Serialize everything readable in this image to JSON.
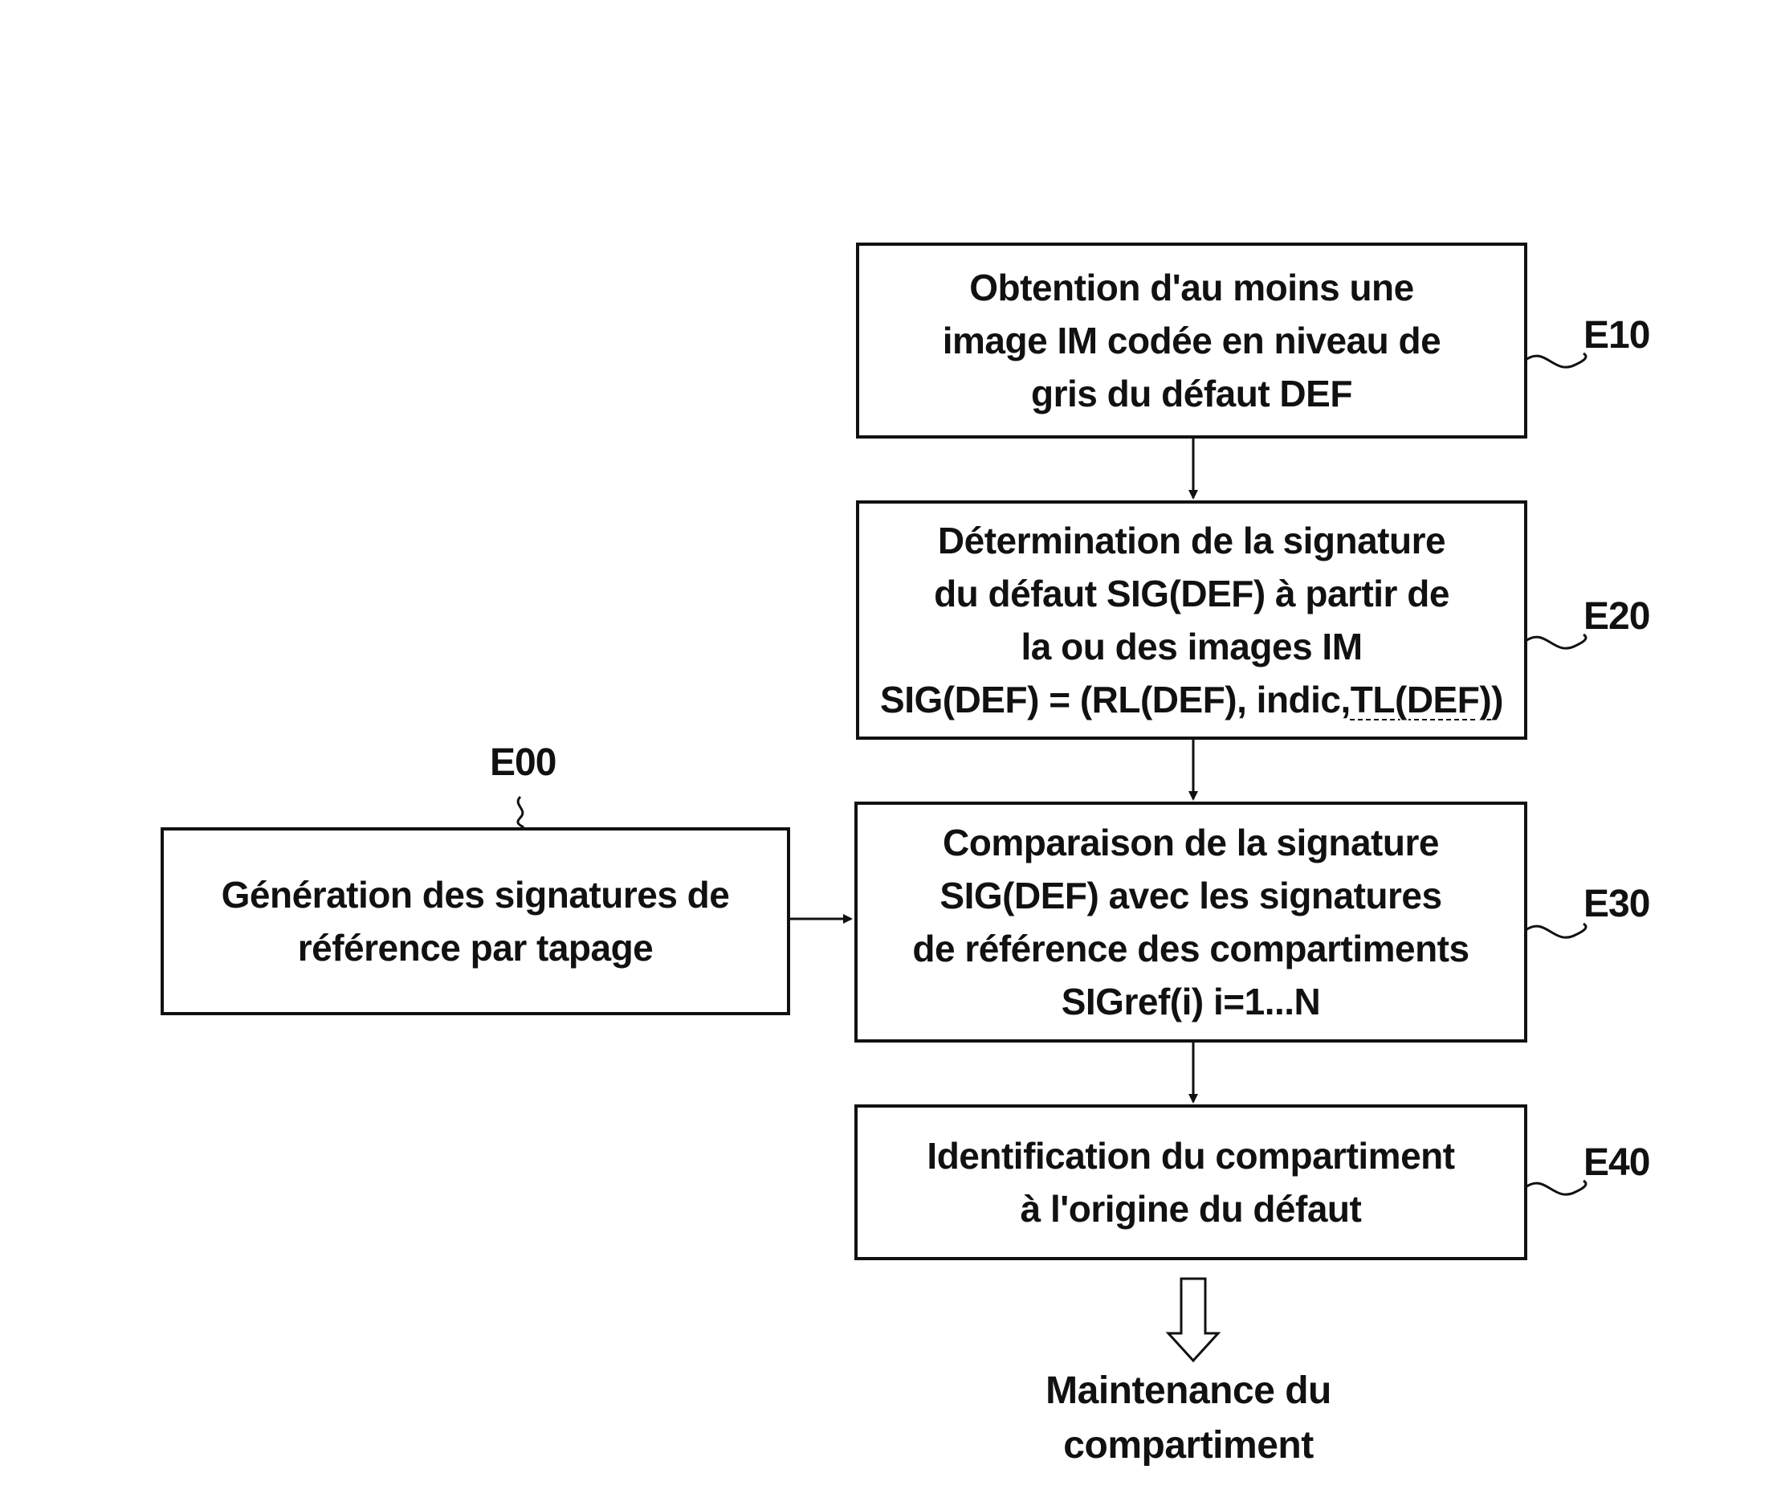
{
  "steps": [
    {
      "id": "e10",
      "label": "E10",
      "lines": [
        "Obtention d'au moins une",
        "image IM codée en niveau de",
        "gris du défaut DEF"
      ]
    },
    {
      "id": "e20",
      "label": "E20",
      "lines": [
        "Détermination de la signature",
        "du défaut SIG(DEF) à partir de",
        "la ou des images IM"
      ],
      "formula": {
        "prefix": "SIG(DEF) = (RL(DEF), indic,",
        "underlined": "TL(DEF)",
        "suffix": ")"
      }
    },
    {
      "id": "e30",
      "label": "E30",
      "lines": [
        "Comparaison de la signature",
        "SIG(DEF) avec les signatures",
        "de référence des compartiments",
        "SIGref(i)  i=1...N"
      ]
    },
    {
      "id": "e40",
      "label": "E40",
      "lines": [
        "Identification du compartiment",
        "à l'origine du défaut"
      ]
    },
    {
      "id": "e00",
      "label": "E00",
      "lines": [
        "Génération des signatures de",
        "référence par tapage"
      ]
    }
  ],
  "final": {
    "lines": [
      "Maintenance du",
      "compartiment"
    ]
  },
  "colors": {
    "stroke": "#111111",
    "background": "#ffffff"
  }
}
